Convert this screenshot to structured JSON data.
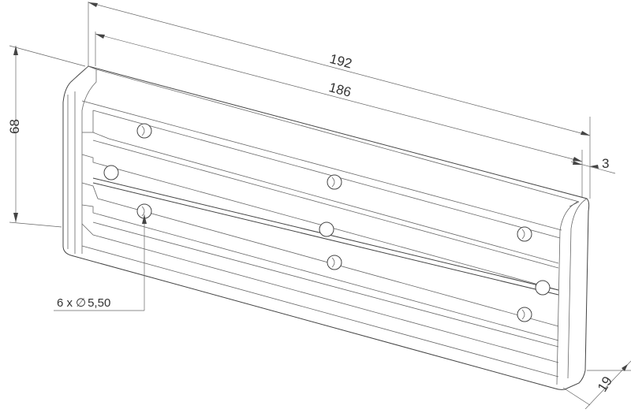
{
  "dimensions": {
    "length_outer": "192",
    "length_inner": "186",
    "height": "68",
    "offset": "3",
    "depth": "19",
    "holes_callout": "6 x",
    "holes_diameter_symbol": "∅",
    "holes_diameter": "5,50"
  },
  "holes": [
    {
      "id": "top-left"
    },
    {
      "id": "top-mid"
    },
    {
      "id": "top-right"
    },
    {
      "id": "rail-left"
    },
    {
      "id": "rail-mid"
    },
    {
      "id": "rail-right"
    },
    {
      "id": "bottom-left"
    },
    {
      "id": "bottom-mid"
    },
    {
      "id": "bottom-right"
    }
  ]
}
